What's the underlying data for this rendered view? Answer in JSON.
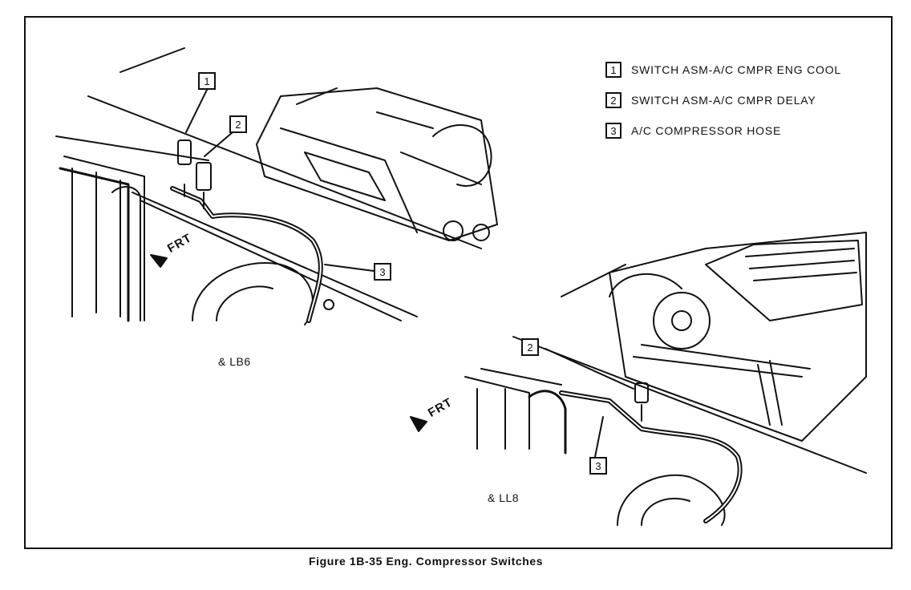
{
  "legend": [
    {
      "num": "1",
      "text": "SWITCH ASM-A/C CMPR ENG COOL"
    },
    {
      "num": "2",
      "text": "SWITCH ASM-A/C CMPR DELAY"
    },
    {
      "num": "3",
      "text": "A/C COMPRESSOR HOSE"
    }
  ],
  "top_view": {
    "callouts": [
      "1",
      "2",
      "3"
    ],
    "frt_label": "FRT",
    "variant_label": "& LB6"
  },
  "bottom_view": {
    "callouts": [
      "2",
      "3"
    ],
    "frt_label": "FRT",
    "variant_label": "& LL8"
  },
  "caption": "Figure 1B-35 Eng. Compressor Switches",
  "colors": {
    "ink": "#111111",
    "paper": "#ffffff"
  },
  "icons": [
    "frt-arrow-icon",
    "switch-icon"
  ]
}
